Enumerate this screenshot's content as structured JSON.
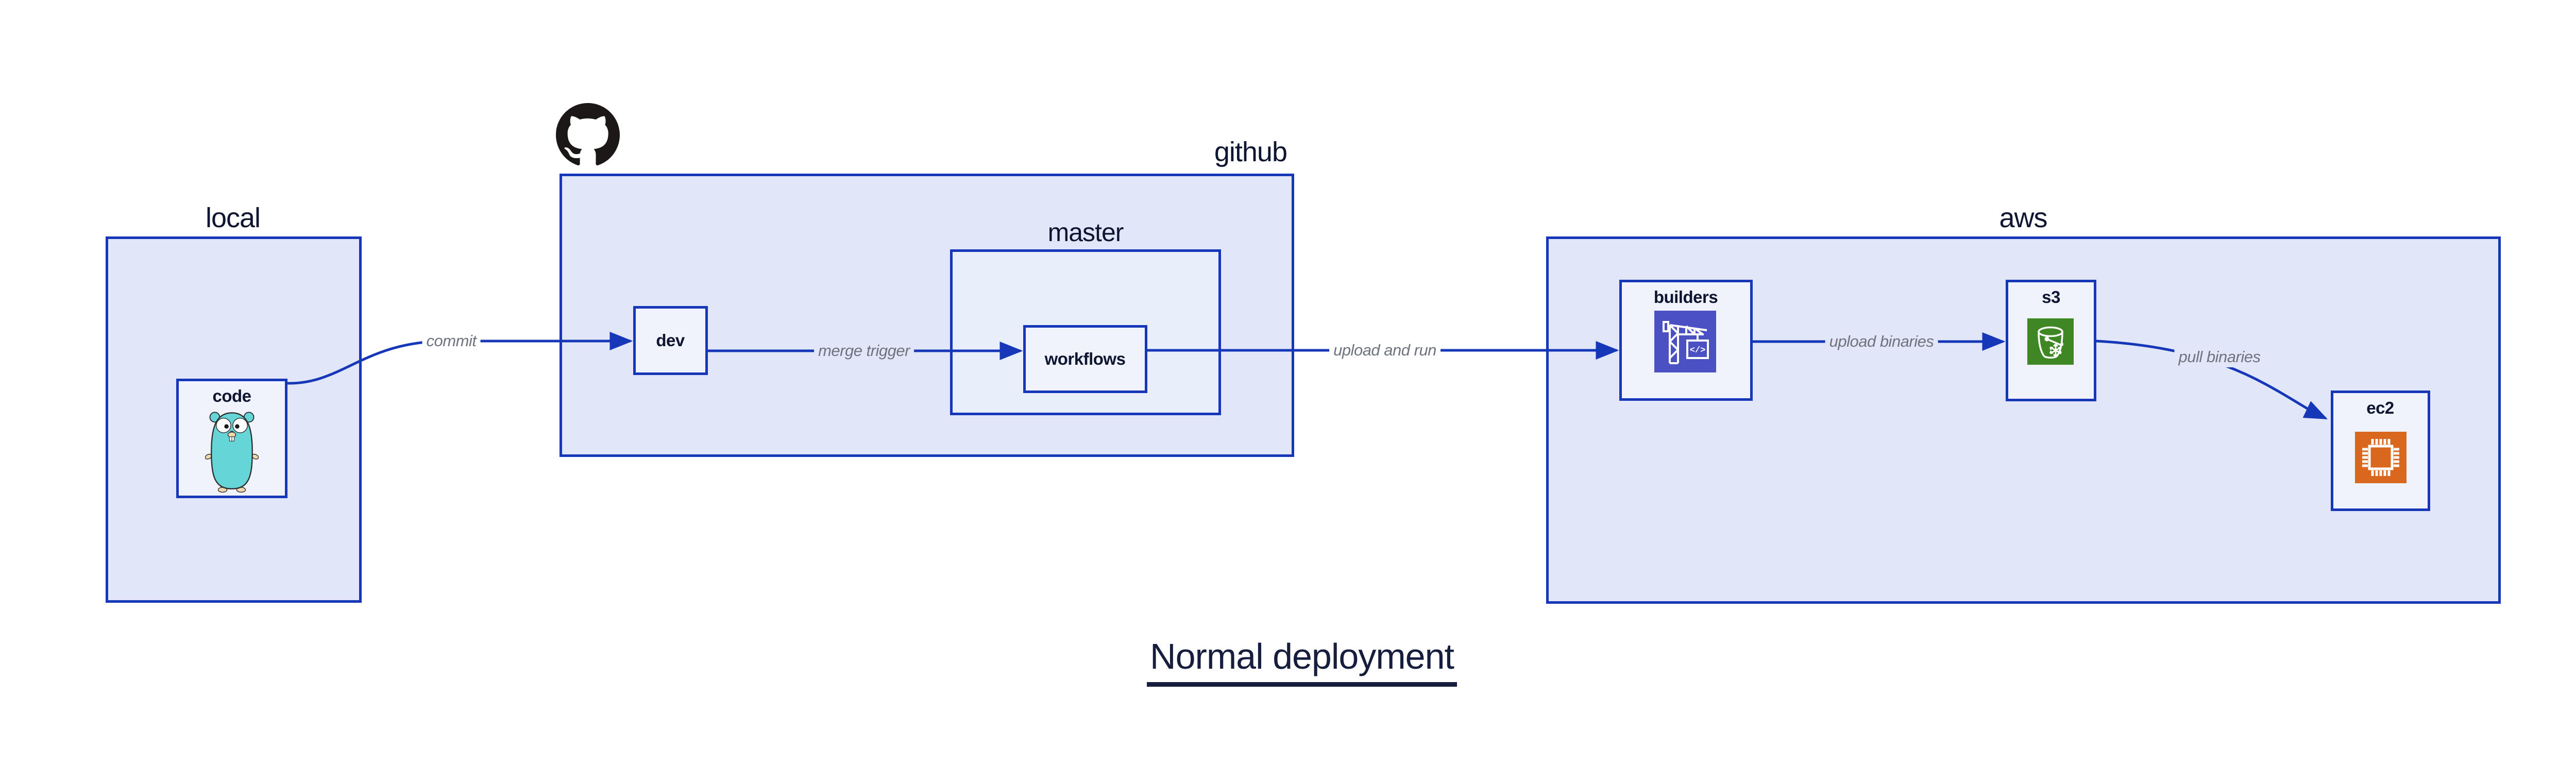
{
  "title": {
    "text": "Normal deployment"
  },
  "groups": {
    "local": {
      "label": "local"
    },
    "github": {
      "label": "github"
    },
    "master": {
      "label": "master"
    },
    "aws": {
      "label": "aws"
    }
  },
  "nodes": {
    "code": {
      "label": "code"
    },
    "dev": {
      "label": "dev"
    },
    "workflows": {
      "label": "workflows"
    },
    "builders": {
      "label": "builders",
      "icon_glyph": "</>"
    },
    "s3": {
      "label": "s3"
    },
    "ec2": {
      "label": "ec2"
    }
  },
  "edges": {
    "commit": {
      "label": "commit",
      "from": "code",
      "to": "dev"
    },
    "merge_trigger": {
      "label": "merge trigger",
      "from": "dev",
      "to": "workflows"
    },
    "upload_and_run": {
      "label": "upload and run",
      "from": "workflows",
      "to": "builders"
    },
    "upload_binaries": {
      "label": "upload binaries",
      "from": "builders",
      "to": "s3"
    },
    "pull_binaries": {
      "label": "pull binaries",
      "from": "s3",
      "to": "ec2"
    }
  },
  "icons": {
    "gopher": {
      "name": "go-gopher-icon"
    },
    "octocat": {
      "name": "github-octocat-icon"
    },
    "codebuild": {
      "name": "codebuild-crane-icon"
    },
    "s3_bucket": {
      "name": "s3-glacier-bucket-icon"
    },
    "ec2_chip": {
      "name": "ec2-chip-icon"
    }
  },
  "colors": {
    "border_blue": "#1537b8",
    "arrow_blue": "#1537b8",
    "group_fill": "#e1e7f8",
    "inner_group_fill": "#e9eefb",
    "node_fill": "#f0f3fc",
    "edge_label_gray": "#6e737e",
    "text_dark_navy": "#0e1531",
    "title_color": "#161d3d",
    "octocat_black": "#1b1817",
    "gopher_teal": "#66d5d8",
    "gopher_skin": "#f2d6ad",
    "codebuild_indigo": "#4b50c3",
    "s3_green": "#3f8624",
    "ec2_orange": "#d9671d",
    "background": "#ffffff"
  }
}
